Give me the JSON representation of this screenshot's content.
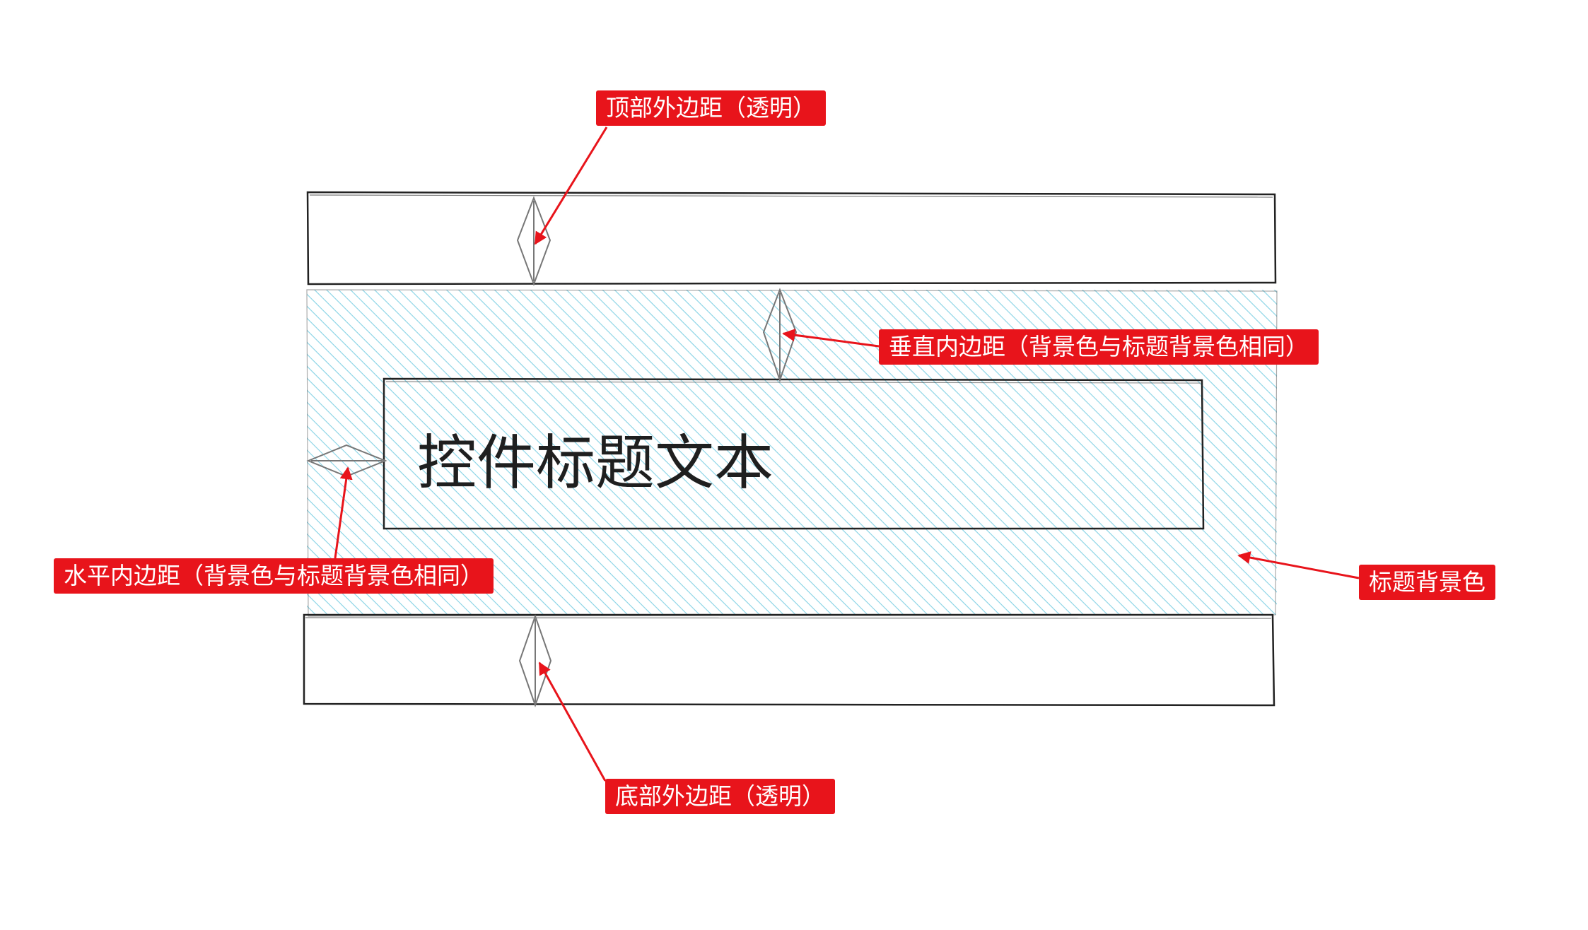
{
  "annotations": {
    "top_margin": "顶部外边距（透明）",
    "vertical_padding": "垂直内边距（背景色与标题背景色相同）",
    "horizontal_padding": "水平内边距（背景色与标题背景色相同）",
    "title_background": "标题背景色",
    "bottom_margin": "底部外边距（透明）"
  },
  "title": {
    "text": "控件标题文本"
  },
  "colors": {
    "callout_background": "#e8141b",
    "callout_text": "#ffffff",
    "hatch": "#5cc3dc",
    "outline": "#222222",
    "arrow": "#e8141b",
    "dimension_marker": "#777777"
  }
}
